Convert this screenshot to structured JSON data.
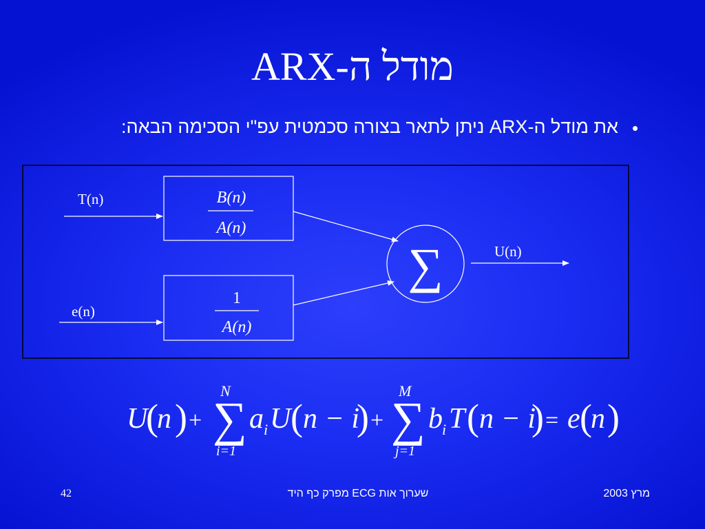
{
  "slide": {
    "title": "מודל ה-ARX",
    "bullet": "את מודל ה-ARX ניתן לתאר בצורה סכמטית עפ\"י הסכימה הבאה:",
    "bullet_symbol": "•"
  },
  "diagram": {
    "input1_label": "T(n)",
    "input2_label": "e(n)",
    "output_label": "U(n)",
    "block1_numerator": "B(n)",
    "block1_denominator": "A(n)",
    "block2_numerator": "1",
    "block2_denominator": "A(n)",
    "sum_symbol": "∑"
  },
  "equation": {
    "lhs1": "U",
    "n": "n",
    "plus": "+",
    "sum_symbol": "∑",
    "sum1_upper": "N",
    "sum1_lower": "i=1",
    "coef1": "a",
    "coef1_sub": "i",
    "term1": "U",
    "arg1": "n − i",
    "sum2_upper": "M",
    "sum2_lower": "j=1",
    "coef2": "b",
    "coef2_sub": "i",
    "term2": "T",
    "arg2": "n − i",
    "equals": "=",
    "rhs": "e",
    "rhs_arg": "n"
  },
  "footer": {
    "page_number": "42",
    "title": "שערוך אות ECG מפרק כף היד",
    "date": "מרץ 2003"
  }
}
